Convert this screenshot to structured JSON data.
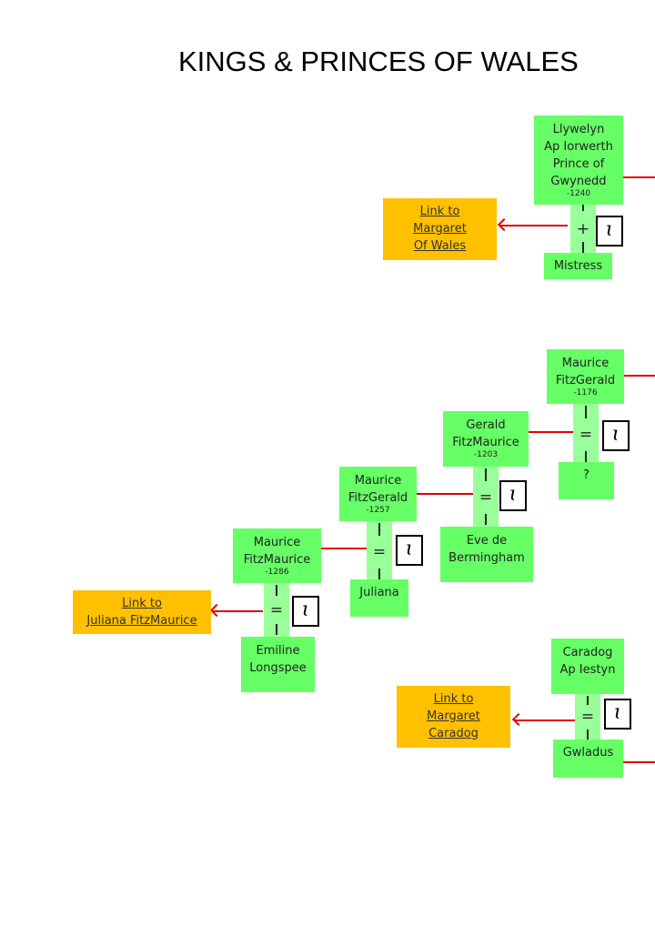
{
  "title": "KINGS & PRINCES OF WALES",
  "colors": {
    "person": "#66ff66",
    "link": "#ffc000",
    "connector": "#e00000"
  },
  "marriage_symbols": {
    "plus": "+",
    "equals": "="
  },
  "info_icon_glyph": "ɩ",
  "people": {
    "llywelyn": {
      "name": "Llywelyn\nAp Iorwerth\nPrince of\nGwynedd",
      "date": "-1240"
    },
    "mistress": {
      "name": "Mistress"
    },
    "maurice_1176": {
      "name": "Maurice\nFitzGerald",
      "date": "-1176"
    },
    "unknown": {
      "name": "?"
    },
    "gerald": {
      "name": "Gerald\nFitzMaurice",
      "date": "-1203"
    },
    "eve": {
      "name": "Eve de\nBermingham"
    },
    "maurice_1257": {
      "name": "Maurice\nFitzGerald",
      "date": "-1257"
    },
    "juliana": {
      "name": "Juliana"
    },
    "maurice_1286": {
      "name": "Maurice\nFitzMaurice",
      "date": "-1286"
    },
    "emiline": {
      "name": "Emiline\nLongspee"
    },
    "caradog": {
      "name": "Caradog\nAp Iestyn"
    },
    "gwladus": {
      "name": "Gwladus"
    }
  },
  "links": {
    "margaret_wales": "Link to\nMargaret\nOf Wales",
    "juliana_fitzmaurice": "Link to\nJuliana FitzMaurice",
    "margaret_caradog": "Link to\nMargaret\nCaradog"
  }
}
